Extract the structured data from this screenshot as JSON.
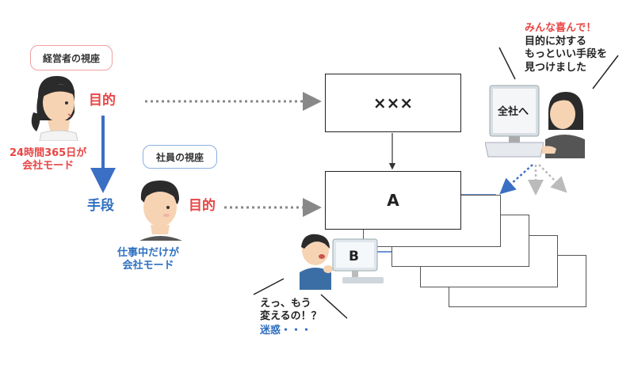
{
  "manager": {
    "bubble": "経営者の視座",
    "goal": "目的",
    "mode": "24時間365日が\n会社モード"
  },
  "employee": {
    "bubble": "社員の視座",
    "means": "手段",
    "goal": "目的",
    "mode": "仕事中だけが\n会社モード"
  },
  "boxes": {
    "top": "×××",
    "mid": "A"
  },
  "worker": {
    "screen": "B",
    "quote": "えっ、もう\n変えるの！？",
    "annoyed": "迷惑・・・"
  },
  "presenter": {
    "screen": "全社へ",
    "exclaim": "みんな喜んで！",
    "quote": "目的に対する\nもっといい手段を\n見つけました"
  },
  "colors": {
    "red": "#e84545",
    "blue": "#2f6fc0",
    "gray": "#888888"
  }
}
